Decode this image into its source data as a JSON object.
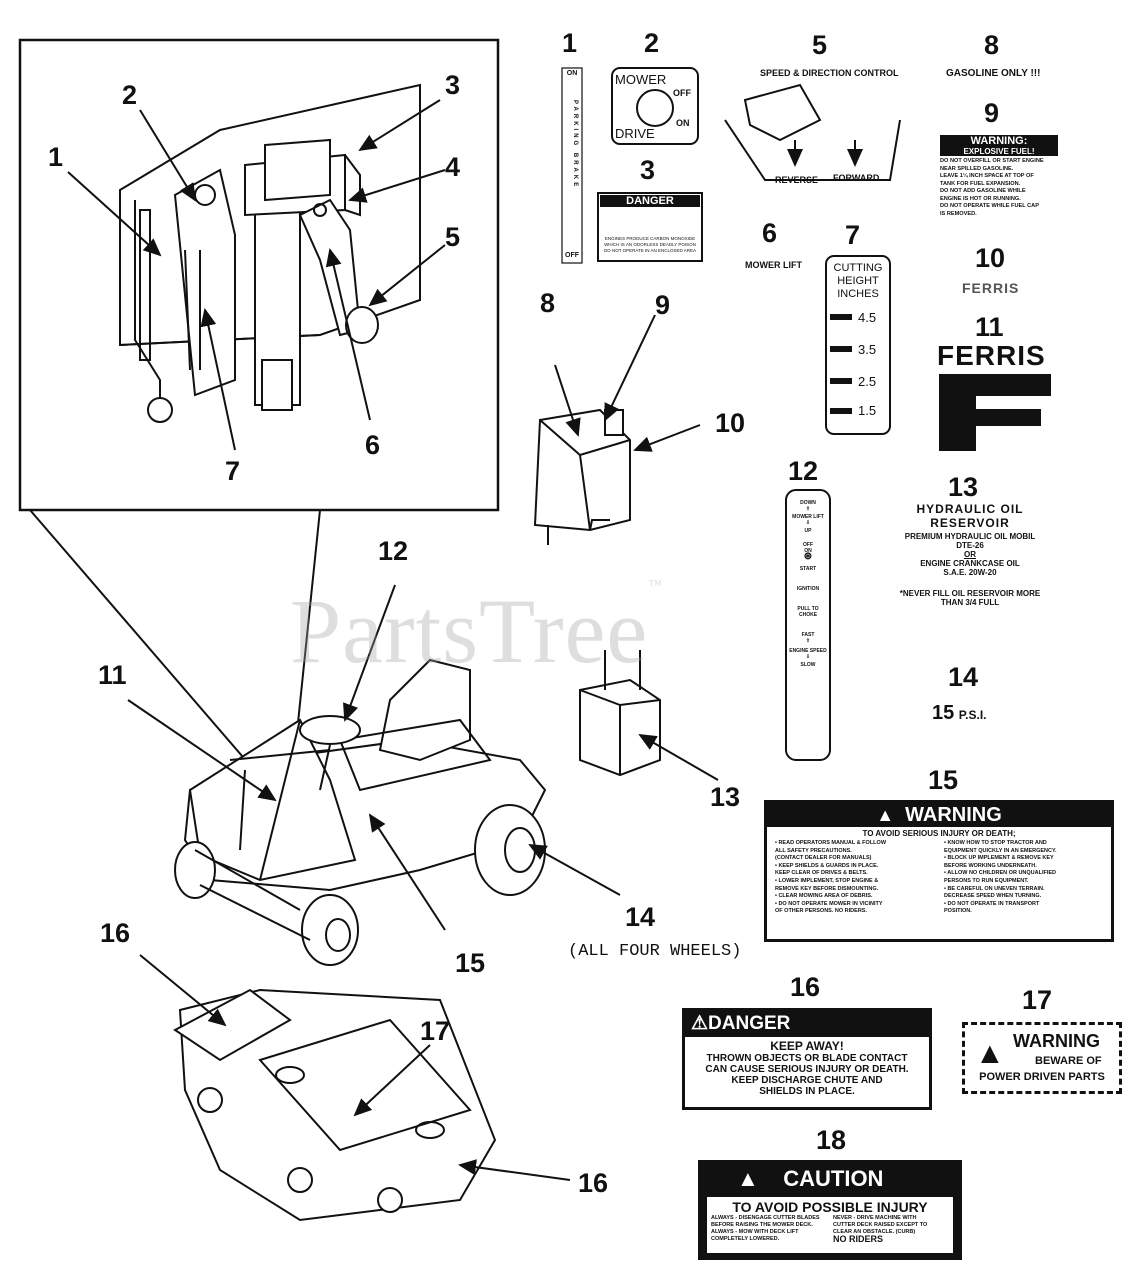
{
  "watermark": "PartsTree",
  "watermark_tm": "™",
  "callouts": {
    "inset": [
      "1",
      "2",
      "3",
      "4",
      "5",
      "6",
      "7"
    ],
    "machine": [
      "8",
      "9",
      "10",
      "11",
      "12",
      "13",
      "14",
      "15",
      "16",
      "17",
      "16"
    ],
    "decals": [
      "1",
      "2",
      "3",
      "5",
      "6",
      "7",
      "8",
      "9",
      "10",
      "11",
      "12",
      "13",
      "14",
      "15",
      "16",
      "17",
      "18"
    ]
  },
  "note_14": "(ALL FOUR WHEELS)",
  "decal_1": {
    "top": "ON",
    "vertical": "PARKING BRAKE",
    "bottom": "OFF"
  },
  "decal_2": {
    "mower": "MOWER",
    "off": "OFF",
    "drive": "DRIVE",
    "on": "ON"
  },
  "decal_3": {
    "header": "DANGER",
    "line1": "ENGINES PRODUCE CARBON MONOXIDE",
    "line2": "WHICH IS AN ODORLESS DEADLY POISON",
    "line3": "DO NOT OPERATE IN AN ENCLOSED AREA"
  },
  "decal_5": {
    "title": "SPEED & DIRECTION CONTROL",
    "left": "REVERSE",
    "right": "FORWARD"
  },
  "decal_6": {
    "text": "MOWER LIFT"
  },
  "decal_7": {
    "title1": "CUTTING",
    "title2": "HEIGHT",
    "title3": "INCHES",
    "values": [
      "4.5",
      "3.5",
      "2.5",
      "1.5"
    ]
  },
  "decal_8": {
    "text": "GASOLINE ONLY !!!"
  },
  "decal_9": {
    "header": "WARNING:",
    "sub": "EXPLOSIVE FUEL!",
    "lines": [
      "DO NOT OVERFILL OR START ENGINE",
      "NEAR SPILLED GASOLINE.",
      "LEAVE 1¼ INCH SPACE AT TOP OF",
      "TANK FOR FUEL EXPANSION.",
      "DO NOT ADD GASOLINE WHILE",
      "ENGINE IS HOT OR RUNNING.",
      "DO NOT OPERATE WHILE FUEL CAP",
      "IS REMOVED."
    ]
  },
  "decal_10": {
    "text": "FERRIS"
  },
  "decal_11": {
    "text": "FERRIS"
  },
  "decal_12": {
    "labels": [
      "DOWN",
      "MOWER LIFT",
      "UP",
      "OFF",
      "ON",
      "START",
      "IGNITION",
      "PULL TO CHOKE",
      "FAST",
      "ENGINE SPEED",
      "SLOW"
    ]
  },
  "decal_13": {
    "title1": "HYDRAULIC OIL",
    "title2": "RESERVOIR",
    "l1": "PREMIUM HYDRAULIC OIL MOBIL",
    "l2": "DTE-26",
    "l3": "OR",
    "l4": "ENGINE CRANKCASE OIL",
    "l5": "S.A.E. 20W-20",
    "n1": "*NEVER FILL OIL RESERVOIR MORE",
    "n2": "THAN 3/4 FULL"
  },
  "decal_14": {
    "value": "15",
    "unit": "P.S.I."
  },
  "decal_15": {
    "header": "WARNING",
    "sub": "TO AVOID SERIOUS INJURY OR DEATH;",
    "left": [
      "• READ OPERATORS MANUAL & FOLLOW",
      "  ALL SAFETY PRECAUTIONS.",
      "  (CONTACT DEALER FOR MANUALS)",
      "• KEEP SHIELDS & GUARDS IN PLACE.",
      "  KEEP CLEAR OF DRIVES & BELTS.",
      "• LOWER IMPLEMENT, STOP ENGINE &",
      "  REMOVE KEY BEFORE DISMOUNTING.",
      "• CLEAR MOWING AREA OF DEBRIS.",
      "• DO NOT OPERATE MOWER IN VICINITY",
      "  OF OTHER PERSONS.     NO RIDERS."
    ],
    "right": [
      "• KNOW HOW TO STOP TRACTOR AND",
      "  EQUIPMENT QUICKLY IN AN EMERGENCY.",
      "• BLOCK UP IMPLEMENT & REMOVE KEY",
      "  BEFORE WORKING UNDERNEATH.",
      "• ALLOW NO CHILDREN OR UNQUALIFIED",
      "  PERSONS TO RUN EQUIPMENT.",
      "• BE CAREFUL ON UNEVEN TERRAIN.",
      "  DECREASE SPEED WHEN TURNING.",
      "• DO NOT OPERATE IN TRANSPORT",
      "  POSITION."
    ]
  },
  "decal_16": {
    "header": "DANGER",
    "l1": "KEEP AWAY!",
    "l2": "THROWN OBJECTS OR BLADE CONTACT",
    "l3": "CAN CAUSE SERIOUS INJURY OR DEATH.",
    "l4": "KEEP DISCHARGE CHUTE AND",
    "l5": "SHIELDS IN PLACE."
  },
  "decal_17": {
    "header": "WARNING",
    "l1": "BEWARE OF",
    "l2": "POWER DRIVEN PARTS"
  },
  "decal_18": {
    "header": "CAUTION",
    "sub": "TO AVOID POSSIBLE INJURY",
    "l1": "ALWAYS - DISENGAGE CUTTER BLADES",
    "l2": "BEFORE RAISING THE MOWER DECK.",
    "l3": "ALWAYS - MOW WITH DECK LIFT",
    "l4": "COMPLETELY LOWERED.",
    "r1": "NEVER - DRIVE MACHINE WITH",
    "r2": "CUTTER DECK RAISED EXCEPT TO",
    "r3": "CLEAR AN OBSTACLE. (CURB)",
    "r4": "NO RIDERS"
  }
}
